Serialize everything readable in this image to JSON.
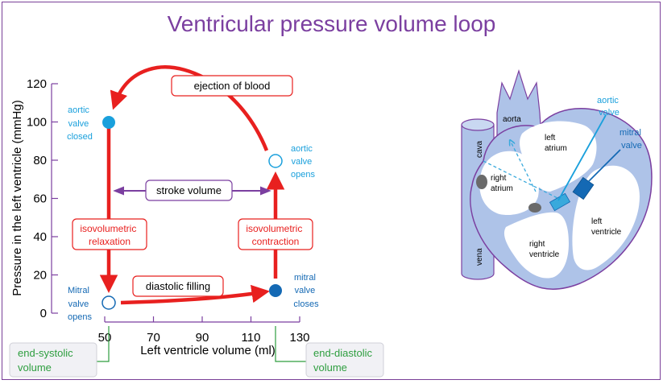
{
  "title": "Ventricular pressure volume loop",
  "colors": {
    "accent": "#7b3fa0",
    "loop_red": "#e8201f",
    "label_blue": "#1aa0dc",
    "dark_blue": "#1469b4",
    "green": "#2e9e3f",
    "heart_fill": "#aec3e8",
    "heart_outline": "#7b3fa0"
  },
  "chart_data": {
    "type": "line",
    "xlabel": "Left ventricle volume (ml)",
    "ylabel": "Pressure in the left ventricle (mmHg)",
    "x_ticks": [
      "50",
      "70",
      "90",
      "110",
      "130"
    ],
    "y_ticks": [
      "0",
      "20",
      "40",
      "60",
      "80",
      "100",
      "120"
    ],
    "xlim": [
      50,
      130
    ],
    "ylim": [
      0,
      120
    ],
    "points": [
      {
        "x": 52,
        "y": 100,
        "label": "aortic valve closed",
        "lines": [
          "aortic",
          "valve",
          "closed"
        ],
        "style": "filled-light"
      },
      {
        "x": 122,
        "y": 80,
        "label": "aortic valve opens",
        "lines": [
          "aortic",
          "valve",
          "opens"
        ],
        "style": "open"
      },
      {
        "x": 52,
        "y": 4,
        "label": "Mitral valve opens",
        "lines": [
          "Mitral",
          "valve",
          "opens"
        ],
        "style": "open"
      },
      {
        "x": 122,
        "y": 12,
        "label": "mitral valve closes",
        "lines": [
          "mitral",
          "valve",
          "closes"
        ],
        "style": "filled-dark"
      }
    ],
    "phases": [
      {
        "name": "ejection of blood"
      },
      {
        "name": "stroke volume"
      },
      {
        "name": "isovolumetric relaxation",
        "lines": [
          "isovolumetric",
          "relaxation"
        ]
      },
      {
        "name": "isovolumetric contraction",
        "lines": [
          "isovolumetric",
          "contraction"
        ]
      },
      {
        "name": "diastolic filling"
      }
    ],
    "volume_labels": [
      {
        "name": "end-systolic volume",
        "lines": [
          "end-systolic",
          "volume"
        ],
        "x": 52
      },
      {
        "name": "end-diastolic volume",
        "lines": [
          "end-diastolic",
          "volume"
        ],
        "x": 122
      }
    ]
  },
  "heart": {
    "labels": {
      "aorta": "aorta",
      "cava": "cava",
      "vena": "vena",
      "left_atrium": [
        "left",
        "atrium"
      ],
      "right_atrium": [
        "right",
        "atrium"
      ],
      "left_ventricle": [
        "left",
        "ventricle"
      ],
      "right_ventricle": [
        "right",
        "ventricle"
      ],
      "aortic_valve": [
        "aortic",
        "valve"
      ],
      "mitral_valve": [
        "mitral",
        "valve"
      ]
    }
  }
}
